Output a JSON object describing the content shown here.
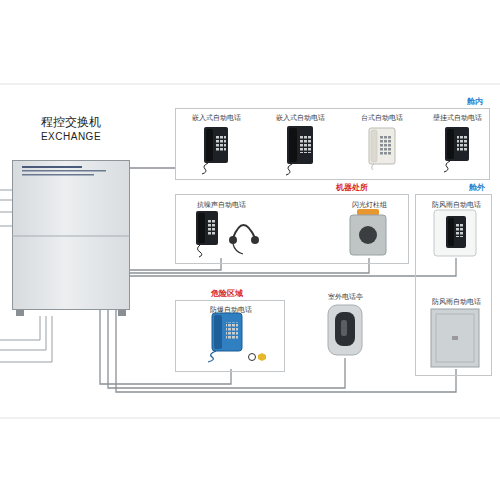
{
  "diagram": {
    "nodes": [
      {
        "text": [
          "程控交换机",
          "EXCHANGE"
        ]
      },
      {
        "text": [
          "舱内"
        ]
      },
      {
        "text": [
          "嵌入式自动电话"
        ],
        "in": 1
      },
      {
        "text": [
          "嵌入式自动电话"
        ],
        "in": 1
      },
      {
        "text": [
          "台式自动电话"
        ],
        "in": 1
      },
      {
        "text": [
          "壁挂式自动电话"
        ],
        "in": 1
      },
      {
        "text": [
          "机器处所"
        ]
      },
      {
        "text": [
          "抗噪声自动电话"
        ],
        "in": 6
      },
      {
        "text": [
          "闪光灯柱组"
        ],
        "in": 6
      },
      {
        "text": [
          "舱外"
        ]
      },
      {
        "text": [
          "防风雨自动电话"
        ],
        "in": 9
      },
      {
        "text": [
          "危险区域"
        ]
      },
      {
        "text": [
          "防爆自动电话"
        ],
        "in": 11
      },
      {
        "text": [
          "室外电话亭"
        ]
      },
      {
        "text": [
          "防风雨自动电话"
        ],
        "in": 9
      }
    ],
    "edges": [
      {
        "from": 0,
        "to": 1,
        "arrow": "none"
      },
      {
        "from": 0,
        "to": 7,
        "arrow": "none"
      },
      {
        "from": 0,
        "to": 8,
        "arrow": "none"
      },
      {
        "from": 0,
        "to": 10,
        "arrow": "none"
      },
      {
        "from": 0,
        "to": 12,
        "arrow": "none"
      },
      {
        "from": 0,
        "to": 13,
        "arrow": "none"
      },
      {
        "from": 0,
        "to": 14,
        "arrow": "none"
      }
    ]
  }
}
